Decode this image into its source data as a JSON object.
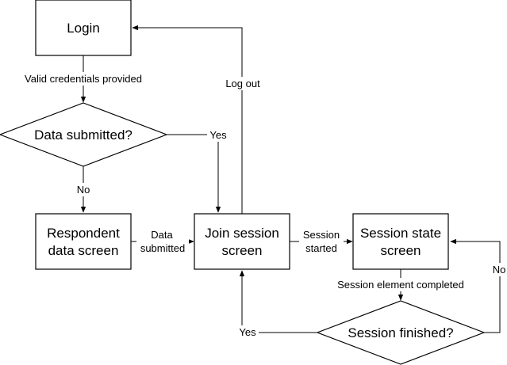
{
  "nodes": {
    "login": "Login",
    "data_submitted_q": "Data submitted?",
    "respondent_l1": "Respondent",
    "respondent_l2": "data screen",
    "join_l1": "Join session",
    "join_l2": "screen",
    "state_l1": "Session state",
    "state_l2": "screen",
    "finished_q": "Session finished?"
  },
  "edges": {
    "valid_credentials": "Valid credentials provided",
    "log_out": "Log out",
    "yes_top": "Yes",
    "no_left": "No",
    "data_submitted_l1": "Data",
    "data_submitted_l2": "submitted",
    "session_started_l1": "Session",
    "session_started_l2": "started",
    "session_element_completed": "Session element completed",
    "no_right": "No",
    "yes_bottom": "Yes"
  }
}
